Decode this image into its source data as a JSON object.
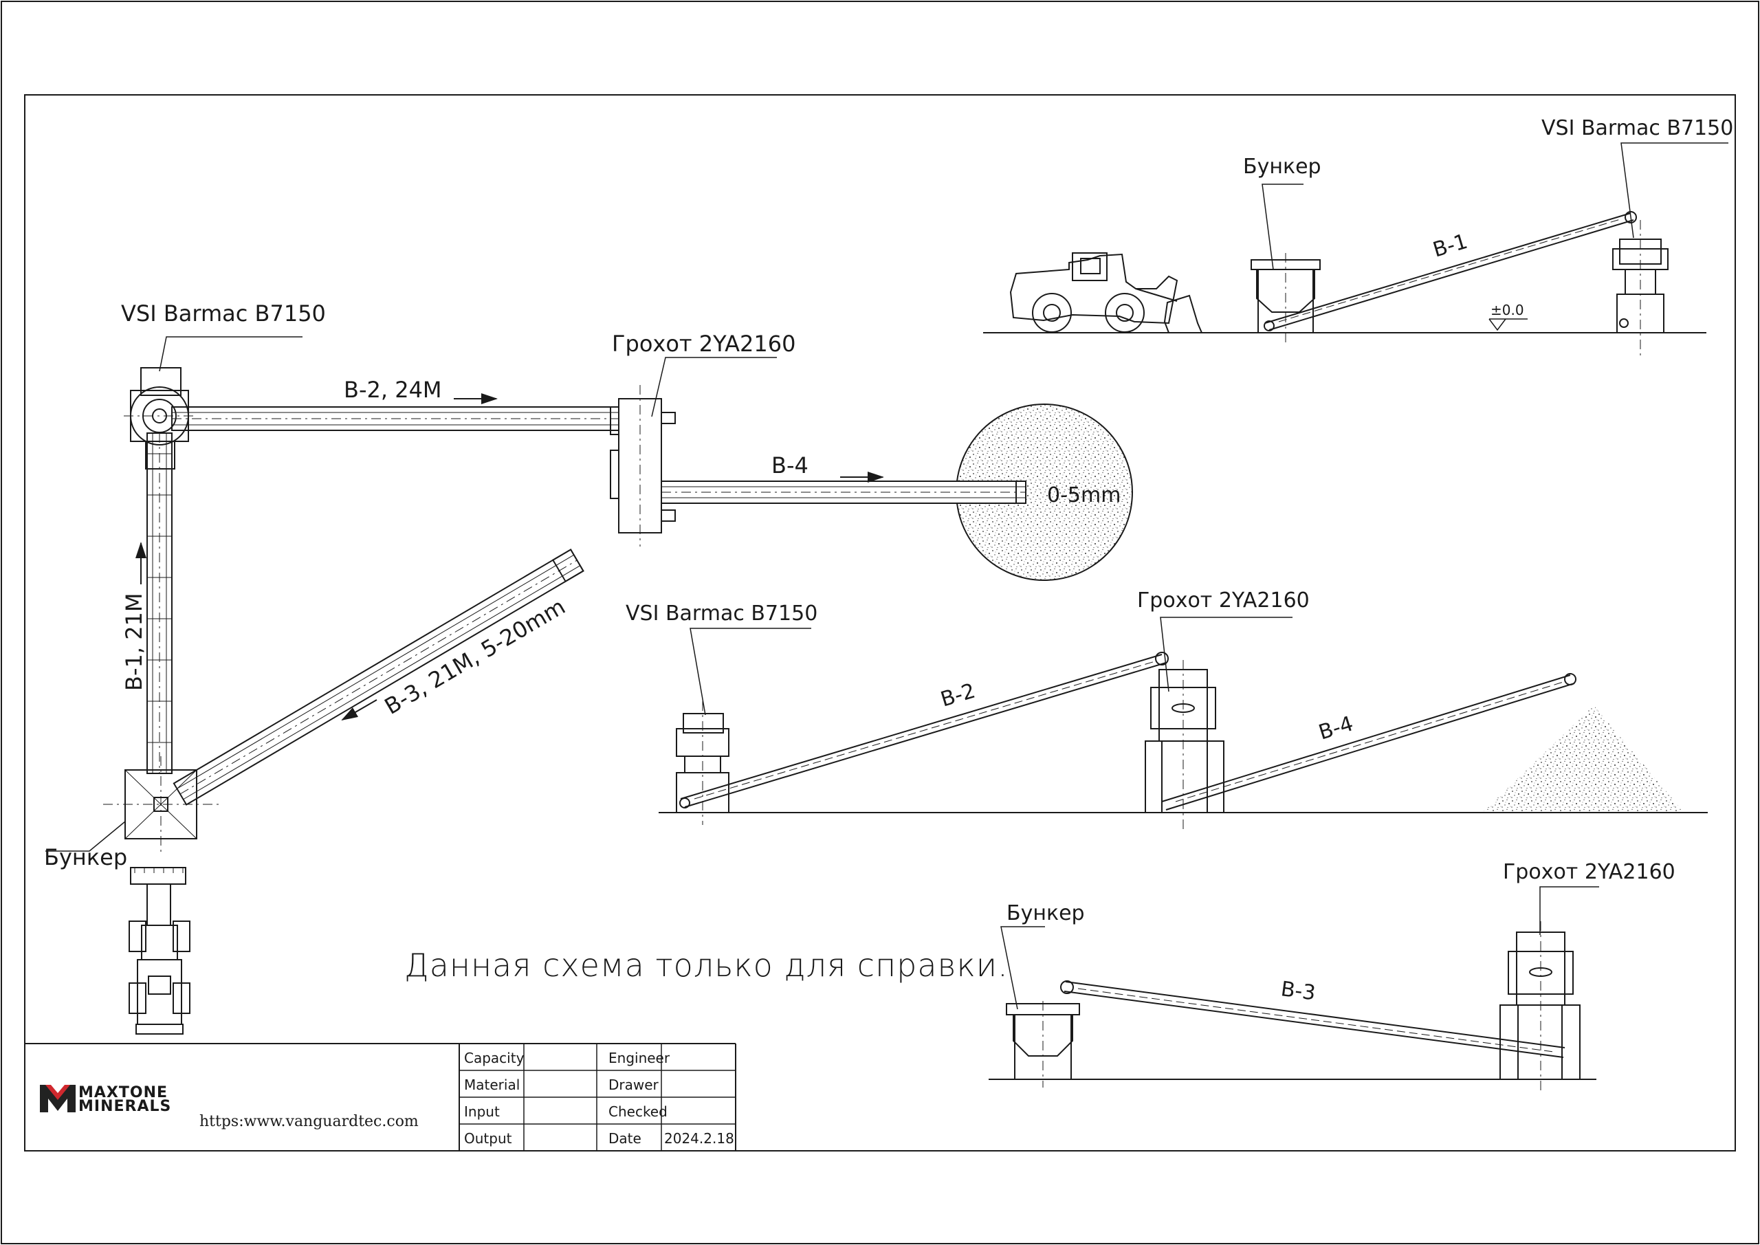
{
  "plan": {
    "vsi_label": "VSI Barmac B7150",
    "screen_label": "Грохот 2YA2160",
    "hopper_label": "Бункер",
    "b1_label": "B-1, 21M",
    "b2_label": "B-2, 24M",
    "b3_label": "B-3, 21M, 5-20mm",
    "b4_label": "B-4",
    "product_label": "0-5mm"
  },
  "elevation_top": {
    "hopper_label": "Бункер",
    "vsi_label": "VSI Barmac B7150",
    "conveyor_label": "B-1",
    "level_label": "±0.0"
  },
  "elevation_mid": {
    "vsi_label": "VSI Barmac B7150",
    "screen_label": "Грохот 2YA2160",
    "conveyor1_label": "B-2",
    "conveyor2_label": "B-4"
  },
  "elevation_bottom": {
    "hopper_label": "Бункер",
    "screen_label": "Грохот 2YA2160",
    "conveyor_label": "B-3"
  },
  "note": "Данная схема только для справки.",
  "title_block": {
    "brand_line1": "MAXTONE",
    "brand_line2": "MINERALS",
    "url": "https:www.vanguardtec.com",
    "rows": [
      {
        "label": "Capacity",
        "value": "",
        "role": "Engineer",
        "role_value": ""
      },
      {
        "label": "Material",
        "value": "",
        "role": "Drawer",
        "role_value": ""
      },
      {
        "label": "Input",
        "value": "",
        "role": "Checked",
        "role_value": ""
      },
      {
        "label": "Output",
        "value": "",
        "role": "Date",
        "role_value": "2024.2.18"
      }
    ]
  },
  "colors": {
    "line": "#1a1a1a",
    "brand_red": "#d0282e",
    "brand_dark": "#222222"
  }
}
